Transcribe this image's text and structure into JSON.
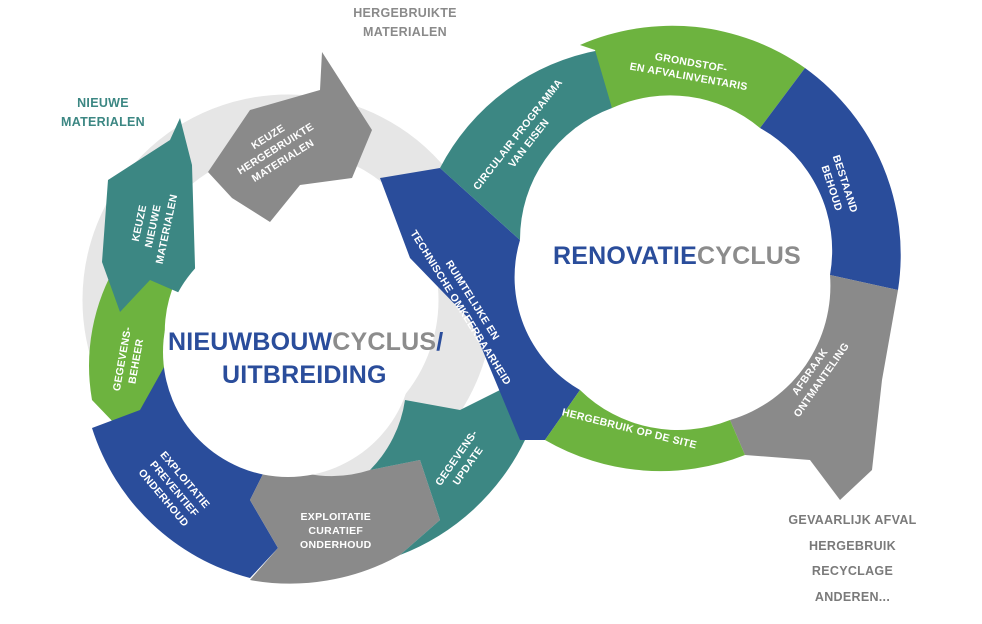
{
  "colors": {
    "green": "#6db33f",
    "blue": "#2a4d9b",
    "teal": "#3c8783",
    "gray": "#8a8a8a",
    "light_gray": "#e6e6e6",
    "title_blue": "#2a4d9b",
    "title_gray": "#8c8c8c"
  },
  "labels": {
    "hergebruikte_materialen": [
      "HERGEBRUIKTE",
      "MATERIALEN"
    ],
    "nieuwe_materialen": [
      "NIEUWE",
      "MATERIALEN"
    ],
    "outputs": [
      "GEVAARLIJK AFVAL",
      "HERGEBRUIK",
      "RECYCLAGE",
      "ANDEREN..."
    ]
  },
  "left_cycle": {
    "title_part1": "NIEUWBOUW",
    "title_part2": "CYCLUS",
    "title_part3": "/",
    "title_line2": "UITBREIDING",
    "segments": {
      "keuze_nieuwe": [
        "KEUZE",
        "NIEUWE",
        "MATERIALEN"
      ],
      "keuze_hergebruikte": [
        "KEUZE",
        "HERGEBRUIKTE",
        "MATERIALEN"
      ],
      "gegevensbeheer": [
        "GEGEVENS-",
        "BEHEER"
      ],
      "exploitatie_preventief": [
        "EXPLOITATIE",
        "PREVENTIEF",
        "ONDERHOUD"
      ],
      "exploitatie_curatief": [
        "EXPLOITATIE",
        "CURATIEF",
        "ONDERHOUD"
      ],
      "gegevens_update": [
        "GEGEVENS-",
        "UPDATE"
      ],
      "ruimtelijke": [
        "RUIMTELIJKE EN",
        "TECHNISCHE OMKEERBAARHEID"
      ]
    }
  },
  "right_cycle": {
    "title_part1": "RENOVATIE",
    "title_part2": "CYCLUS",
    "segments": {
      "circulair": [
        "CIRCULAIR PROGRAMMA",
        "VAN EISEN"
      ],
      "grondstof": [
        "GRONDSTOF-",
        "EN AFVALINVENTARIS"
      ],
      "bestaand": [
        "BESTAAND",
        "BEHOUD"
      ],
      "afbraak": [
        "AFBRAAK",
        "ONTMANTELING"
      ],
      "hergebruik_site": [
        "HERGEBRUIK OP DE SITE"
      ]
    }
  }
}
